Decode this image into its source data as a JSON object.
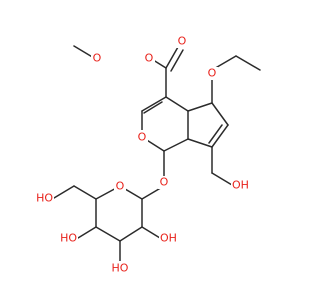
{
  "molecule": {
    "labels": {
      "ester_carbonyl_o": "O",
      "ester_ether_o": "O",
      "ethoxy_o": "O",
      "ring_o": "O",
      "hydroxymethyl_oh": "OH",
      "glycosidic_o": "O",
      "sugar_ring_o": "O",
      "sugar_ch2oh": "HO",
      "sugar_oh_3": "OH",
      "sugar_oh_4": "HO",
      "sugar_oh_5": "HO"
    },
    "colors": {
      "bond": "#2b2b2b",
      "oxygen": "#e8221b",
      "background": "#ffffff"
    }
  }
}
